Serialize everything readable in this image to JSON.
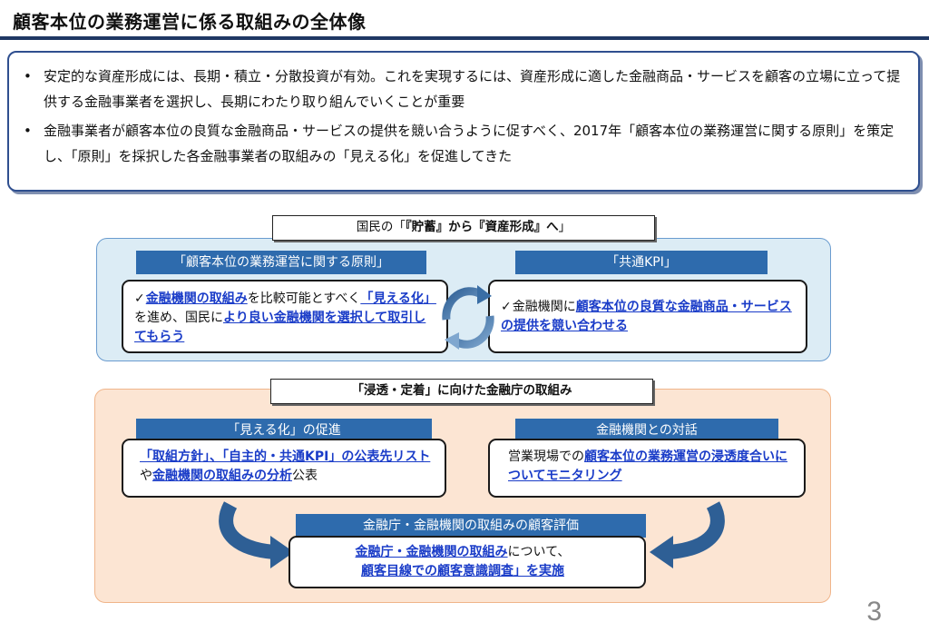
{
  "title": "顧客本位の業務運営に係る取組みの全体像",
  "summary": {
    "bullets": [
      "安定的な資産形成には、長期・積立・分散投資が有効。これを実現するには、資産形成に適した金融商品・サービスを顧客の立場に立って提供する金融事業者を選択し、長期にわたり取り組んでいくことが重要",
      "金融事業者が顧客本位の良質な金融商品・サービスの提供を競い合うように促すべく、2017年「顧客本位の業務運営に関する原則」を策定し、「原則」を採択した各金融事業者の取組みの「見える化」を促進してきた"
    ]
  },
  "upper": {
    "label_prefix": "国民の「",
    "label_bold": "『貯蓄』から『資産形成』へ",
    "label_suffix": "」",
    "principles": {
      "header": "「顧客本位の業務運営に関する原則」",
      "check": "✓",
      "link1": "金融機関の取組み",
      "text1": "を比較可能とすべく",
      "link2": "「見える化」",
      "text2": "を進め、国民に",
      "link3": "より良い金融機関を選択して取引してもらう"
    },
    "kpi": {
      "header": "「共通KPI」",
      "check": "✓",
      "text1": "金融機関に",
      "link1": "顧客本位の良質な金融商品・サービスの提供を競い合わせる"
    }
  },
  "lower": {
    "label_bold": "「浸透・定着」に向けた金融庁の取組み",
    "visualize": {
      "header": "「見える化」の促進",
      "link1": "「取組方針」、「自主的・共通KPI」の公表先リスト",
      "text1": "や",
      "link2": "金融機関の取組みの分析",
      "text2": "公表"
    },
    "dialogue": {
      "header": "金融機関との対話",
      "text1": "営業現場での",
      "link1": "顧客本位の業務運営の浸透度合いについてモニタリング"
    },
    "evaluation": {
      "header": "金融庁・金融機関の取組みの顧客評価",
      "link1": "金融庁・金融機関の取組み",
      "text1": "について、",
      "link2": "顧客目線での顧客意識調査」を実施"
    }
  },
  "page_number": "3",
  "colors": {
    "header_blue": "#2e6bad",
    "link_blue": "#1a3cc8",
    "title_rule": "#1f3864",
    "upper_bg": "#dcecf5",
    "lower_bg": "#fce5d3"
  }
}
